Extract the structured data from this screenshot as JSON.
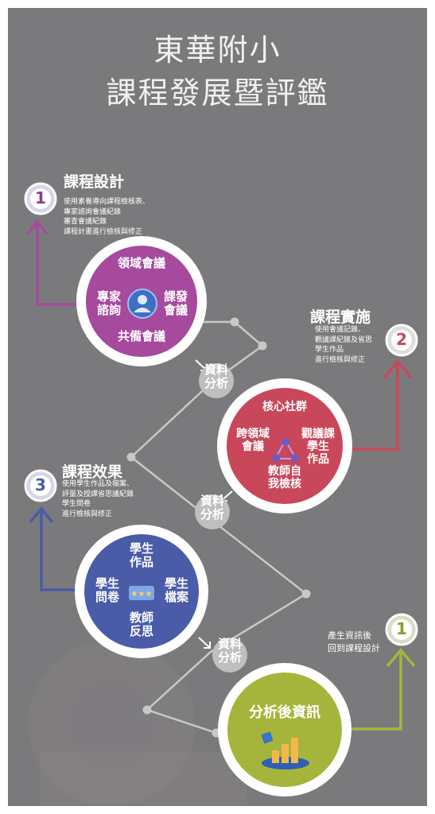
{
  "header": {
    "line1": "東華附小",
    "line2": "課程發展暨評鑑"
  },
  "stages": [
    {
      "number": "1",
      "title": "課程設計",
      "desc": [
        "使用素養導向課程檢核表、",
        "專家諮詢會議紀錄",
        "審查會議紀錄",
        "課程計畫進行檢核與修正"
      ],
      "color": "#a64a9e",
      "circle": {
        "top": "領域會議",
        "left": [
          "專家",
          "諮詢"
        ],
        "right": [
          "課發",
          "會議"
        ],
        "bottom": "共備會議"
      }
    },
    {
      "number": "2",
      "title": "課程實施",
      "desc": [
        "使用會議記錄、",
        "觀議課紀錄及省思",
        "學生作品",
        "進行檢核與修正"
      ],
      "color": "#c9475a",
      "circle": {
        "top": "核心社群",
        "left": [
          "跨領域",
          "會議"
        ],
        "right": [
          "觀議課",
          "學生",
          "作品"
        ],
        "bottom": [
          "教師自",
          "我檢核"
        ]
      }
    },
    {
      "number": "3",
      "title": "課程效果",
      "desc": [
        "使用學生作品及檔案、",
        "評量及授課省思議紀錄",
        "學生問卷",
        "進行檢核與修正"
      ],
      "color": "#4a5ba8",
      "circle": {
        "top": [
          "學生",
          "作品"
        ],
        "left": [
          "學生",
          "問卷"
        ],
        "right": [
          "學生",
          "檔案"
        ],
        "bottom": [
          "教師",
          "反思"
        ]
      }
    }
  ],
  "analysis_label": [
    "資料",
    "分析"
  ],
  "final": {
    "label": "分析後資訊",
    "color": "#a5b53b",
    "return_number": "1",
    "return_note": [
      "產生資訊後",
      "回到課程設計"
    ]
  },
  "colors": {
    "background": "#7a7a7c",
    "connector": "#c8c8c8"
  },
  "icons": [
    "user-network-icon",
    "team-cycle-icon",
    "rating-stars-icon",
    "bar-chart-icon"
  ]
}
